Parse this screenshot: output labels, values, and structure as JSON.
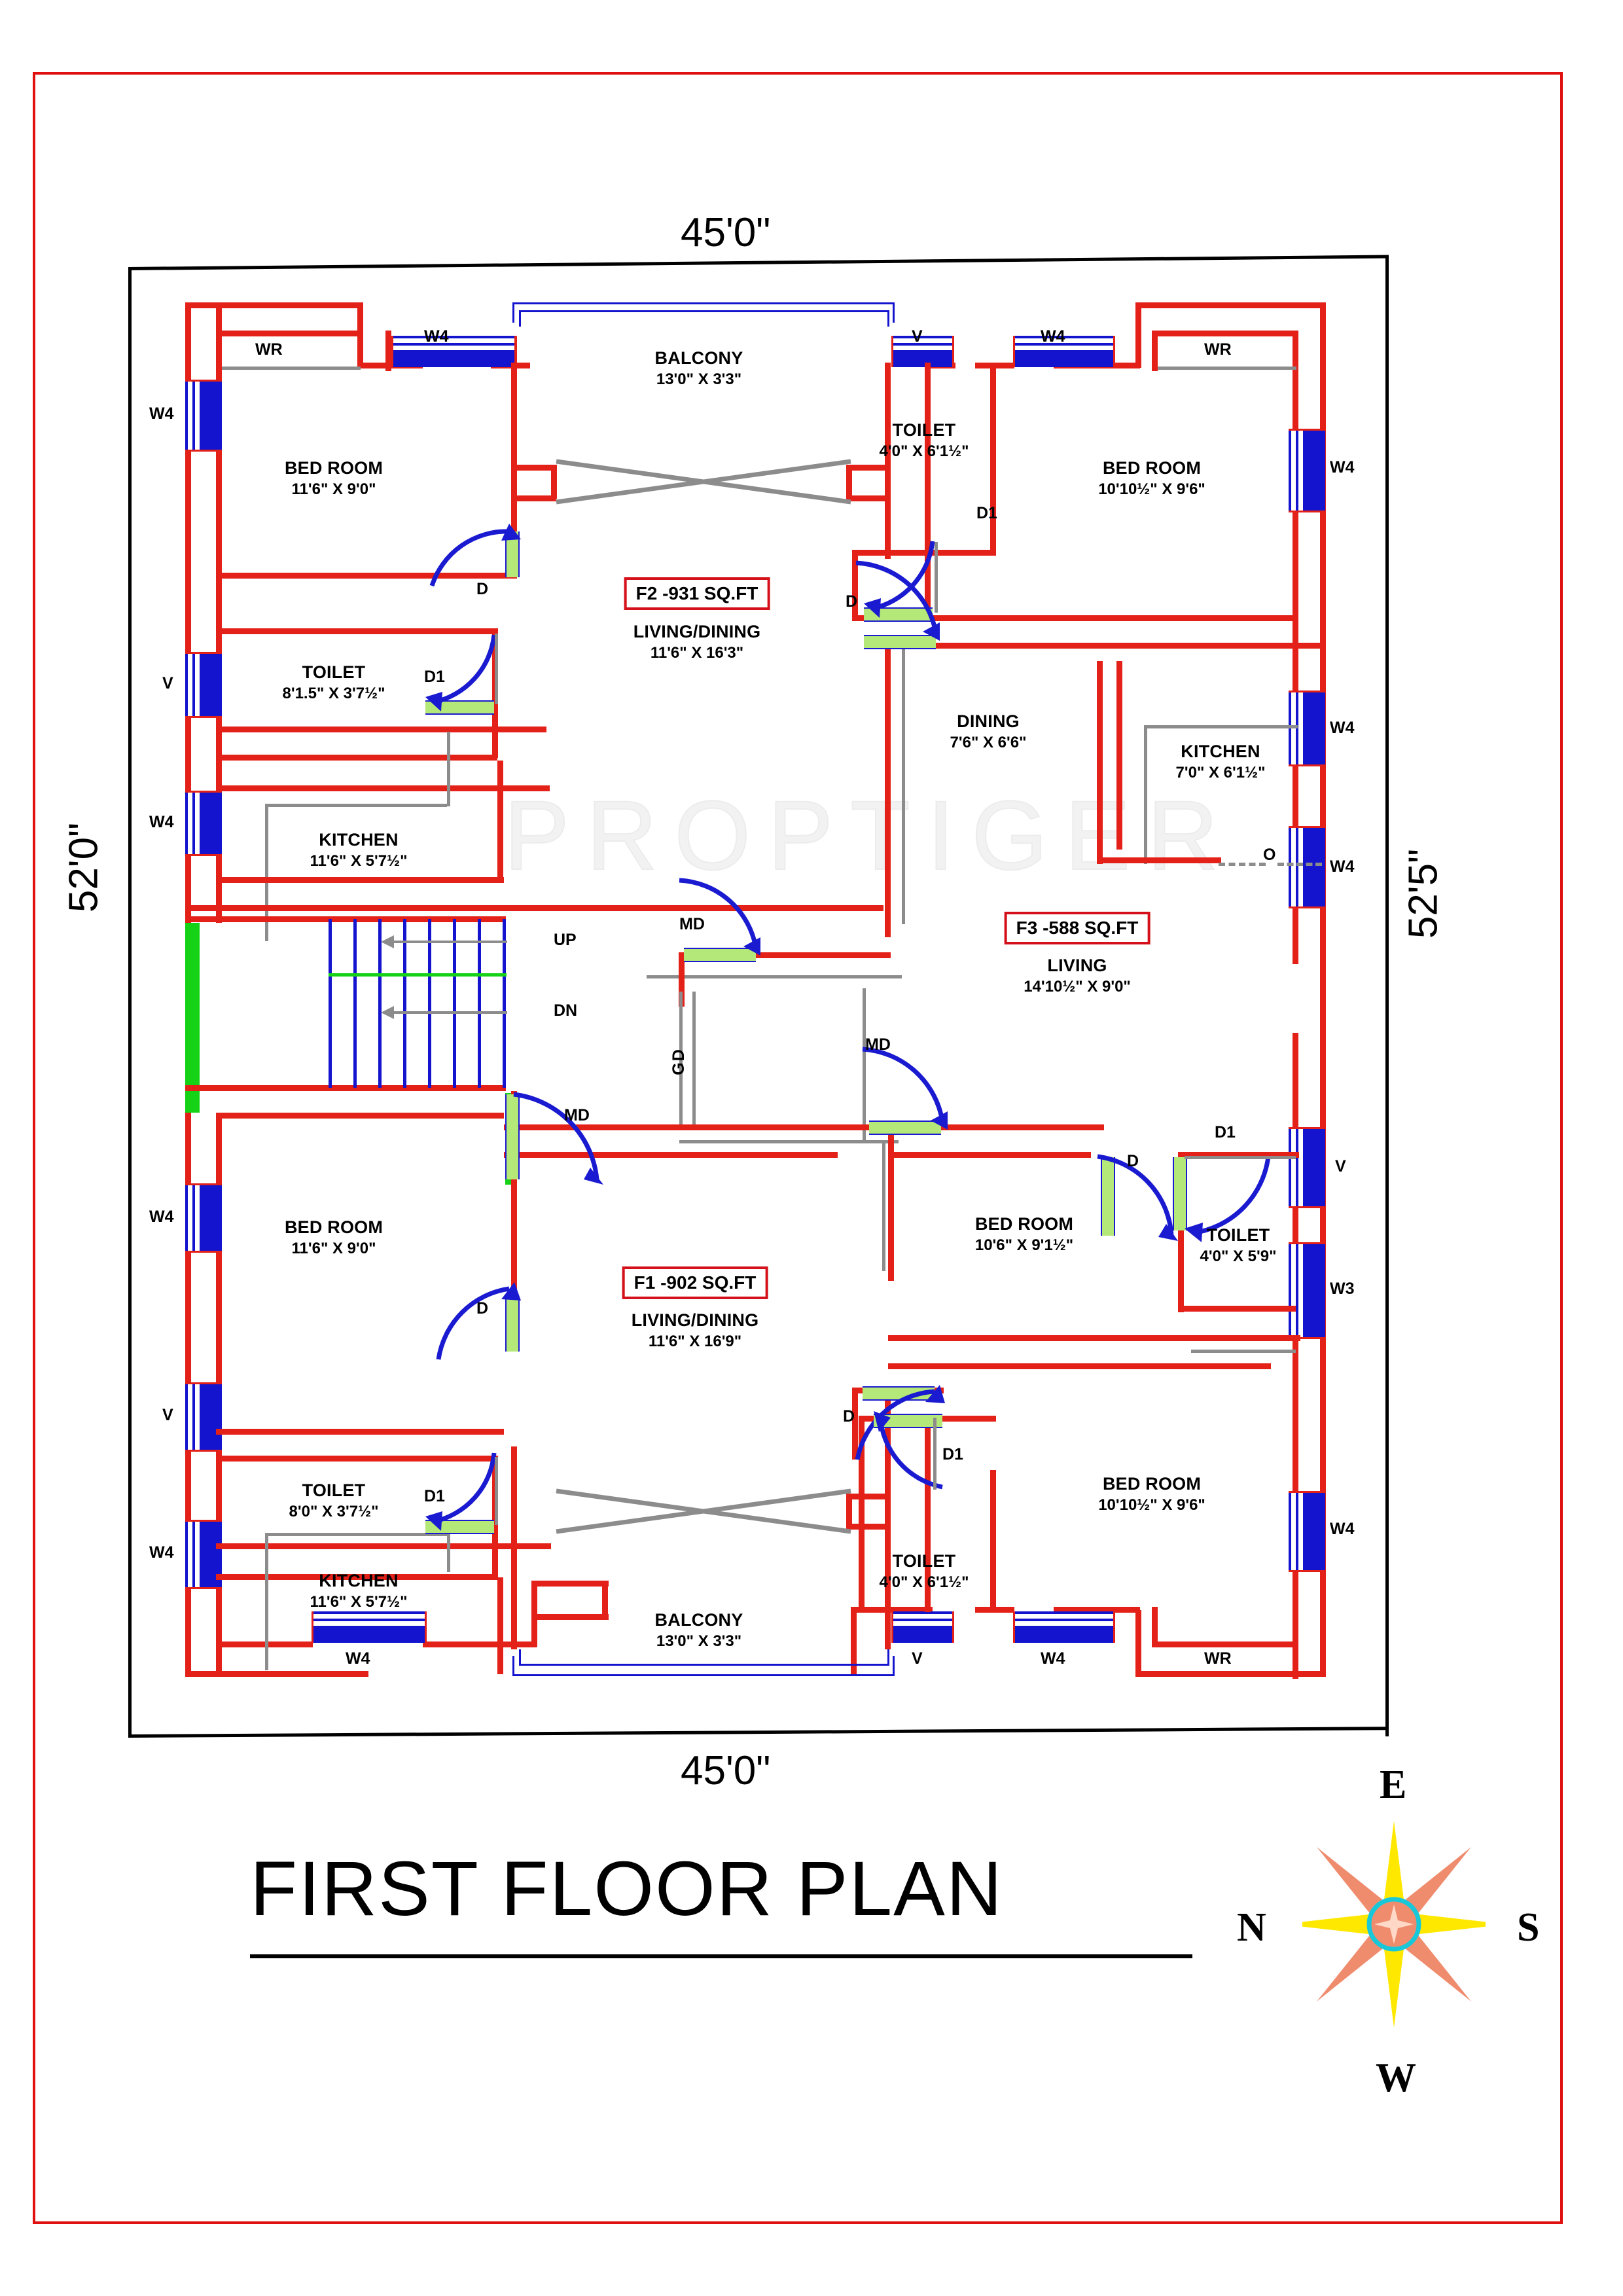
{
  "sheet": {
    "title": "FIRST FLOOR PLAN",
    "watermark": "PROPTIGER",
    "dim_top": "45'0\"",
    "dim_bottom": "45'0\"",
    "dim_left": "52'0\"",
    "dim_right": "52'5\"",
    "frame_color": "#e01010",
    "wall_color": "#e32119",
    "window_color": "#1414cf",
    "door_color": "#1a1ad0",
    "shutter_color": "#b4e878"
  },
  "compass": {
    "north": "N",
    "east": "E",
    "south": "S",
    "west": "W"
  },
  "unit_tags": [
    {
      "id": "f2",
      "area": "F2 -931 SQ.FT"
    },
    {
      "id": "f3",
      "area": "F3 -588 SQ.FT"
    },
    {
      "id": "f1",
      "area": "F1 -902 SQ.FT"
    }
  ],
  "rooms": [
    {
      "id": "bed-tl",
      "name": "BED ROOM",
      "dim": "11'6\" X 9'0\""
    },
    {
      "id": "balcony-top",
      "name": "BALCONY",
      "dim": "13'0\" X 3'3\""
    },
    {
      "id": "toilet-tm",
      "name": "TOILET",
      "dim": "4'0\" X 6'1½\""
    },
    {
      "id": "bed-tr",
      "name": "BED ROOM",
      "dim": "10'10½\" X 9'6\""
    },
    {
      "id": "livdin-f2",
      "name": "LIVING/DINING",
      "dim": "11'6\" X 16'3\""
    },
    {
      "id": "toilet-tl",
      "name": "TOILET",
      "dim": "8'1.5\" X 3'7½\""
    },
    {
      "id": "dining-f3",
      "name": "DINING",
      "dim": "7'6\" X 6'6\""
    },
    {
      "id": "kitchen-tr",
      "name": "KITCHEN",
      "dim": "7'0\" X 6'1½\""
    },
    {
      "id": "kitchen-tl",
      "name": "KITCHEN",
      "dim": "11'6\" X 5'7½\""
    },
    {
      "id": "living-f3",
      "name": "LIVING",
      "dim": "14'10½\" X 9'0\""
    },
    {
      "id": "bed-bl",
      "name": "BED ROOM",
      "dim": "11'6\" X 9'0\""
    },
    {
      "id": "bed-mr",
      "name": "BED ROOM",
      "dim": "10'6\" X 9'1½\""
    },
    {
      "id": "toilet-mr",
      "name": "TOILET",
      "dim": "4'0\" X 5'9\""
    },
    {
      "id": "livdin-f1",
      "name": "LIVING/DINING",
      "dim": "11'6\" X 16'9\""
    },
    {
      "id": "toilet-bl",
      "name": "TOILET",
      "dim": "8'0\" X 3'7½\""
    },
    {
      "id": "kitchen-bl",
      "name": "KITCHEN",
      "dim": "11'6\" X 5'7½\""
    },
    {
      "id": "toilet-bm",
      "name": "TOILET",
      "dim": "4'0\" X 6'1½\""
    },
    {
      "id": "bed-br",
      "name": "BED ROOM",
      "dim": "10'10½\" X 9'6\""
    },
    {
      "id": "balcony-bot",
      "name": "BALCONY",
      "dim": "13'0\" X 3'3\""
    }
  ],
  "markers": {
    "wr": "WR",
    "w4": "W4",
    "w3": "W3",
    "v": "V",
    "d": "D",
    "d1": "D1",
    "md": "MD",
    "gd": "GD",
    "o": "O",
    "up": "UP",
    "dn": "DN"
  }
}
